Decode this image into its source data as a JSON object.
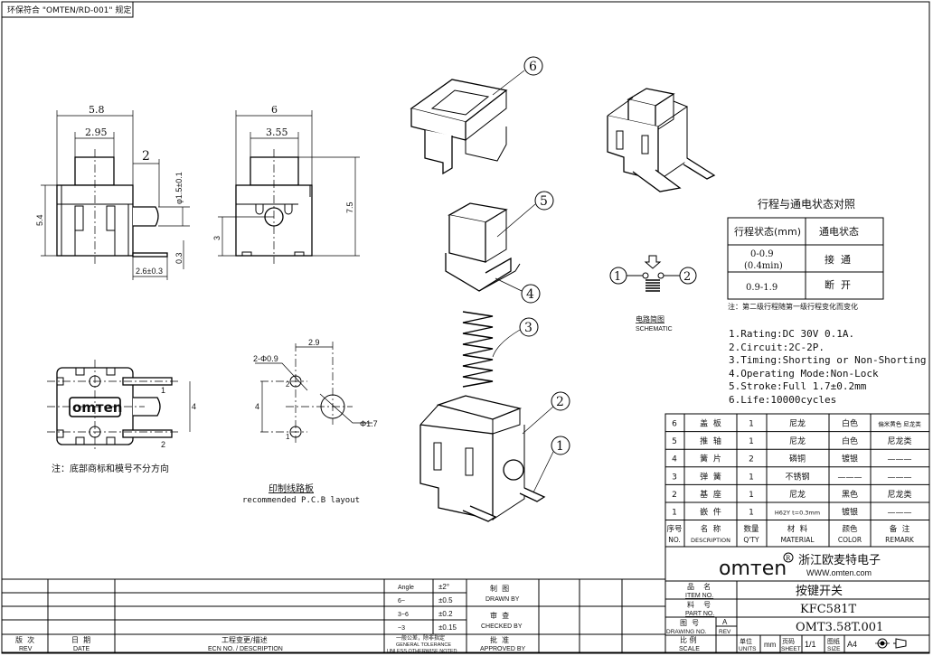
{
  "header": {
    "compliance_note": "环保符合 \"OMTEN/RD-001\" 规定"
  },
  "front_view": {
    "width": "5.8",
    "actuator_width": "2.95",
    "plunger_length": "2",
    "plunger_dia": "φ1.5±0.1",
    "height": "5.4",
    "terminal_length": "2.6±0.3",
    "terminal_thickness": "0.3"
  },
  "side_view": {
    "width": "6",
    "actuator_width": "3.55",
    "total_height": "7.5",
    "hole_height": "3"
  },
  "bottom_view": {
    "logo": "omтen",
    "pin1": "1",
    "pin2": "2",
    "pin_pitch": "4",
    "note": "注：底部商标和模号不分方向"
  },
  "pcb_layout": {
    "pitch_x": "2.9",
    "small_holes": "2-Φ0.9",
    "big_hole": "Φ1.7",
    "pitch_y": "4",
    "pin1": "1",
    "pin2": "2",
    "title_cn": "印制线路板",
    "title_en": "recommended P.C.B layout"
  },
  "balloons": [
    "1",
    "2",
    "3",
    "4",
    "5",
    "6"
  ],
  "schematic": {
    "node1": "1",
    "node2": "2",
    "title_cn": "电路简图",
    "title_en": "SCHEMATIC"
  },
  "status_table": {
    "title": "行程与通电状态对照",
    "headers": [
      "行程状态(mm)",
      "通电状态"
    ],
    "rows": [
      {
        "stroke_line1": "0-0.9",
        "stroke_line2": "(0.4min)",
        "state": "接  通"
      },
      {
        "stroke_line1": "0.9-1.9",
        "state": "断  开"
      }
    ],
    "note": "注：第二级行程随第一级行程变化而变化"
  },
  "specs": [
    "1.Rating:DC 30V 0.1A.",
    "2.Circuit:2C-2P.",
    "3.Timing:Shorting or Non-Shorting",
    "4.Operating Mode:Non-Lock",
    "5.Stroke:Full 1.7±0.2mm",
    "6.Life:10000cycles"
  ],
  "parts_table": {
    "rows": [
      {
        "no": "6",
        "name": "盖  板",
        "qty": "1",
        "material": "尼龙",
        "color": "白色",
        "remark": "偏米黄色 尼龙类"
      },
      {
        "no": "5",
        "name": "推  轴",
        "qty": "1",
        "material": "尼龙",
        "color": "白色",
        "remark": "尼龙类"
      },
      {
        "no": "4",
        "name": "簧  片",
        "qty": "2",
        "material": "磷铜",
        "color": "镀银",
        "remark": "———"
      },
      {
        "no": "3",
        "name": "弹  簧",
        "qty": "1",
        "material": "不锈钢",
        "color": "———",
        "remark": "———"
      },
      {
        "no": "2",
        "name": "基  座",
        "qty": "1",
        "material": "尼龙",
        "color": "黑色",
        "remark": "尼龙类"
      },
      {
        "no": "1",
        "name": "嵌  件",
        "qty": "1",
        "material": "H62Y t=0.3mm",
        "color": "镀银",
        "remark": "———"
      }
    ],
    "header_cn": [
      "序号",
      "名  称",
      "数量",
      "材  料",
      "颜色",
      "备  注"
    ],
    "header_en": [
      "NO.",
      "DESCRIPTION",
      "Q'TY",
      "MATERIAL",
      "COLOR",
      "REMARK"
    ]
  },
  "title_block": {
    "logo": "omтen",
    "company": "浙江欧麦特电子",
    "website": "WWW.omten.com",
    "item_label_cn": "品    名",
    "item_label_en": "ITEM NO.",
    "item_value": "按键开关",
    "part_label_cn": "料    号",
    "part_label_en": "PART NO.",
    "part_value": "KFC581T",
    "drawing_label_cn": "图  号",
    "drawing_label_en": "DRAWING NO.",
    "rev_value": "A",
    "rev_label": "REV",
    "drawing_value": "OMT3.58T.001",
    "scale_label_cn": "比 例",
    "scale_label_en": "SCALE",
    "units_label_cn": "单位",
    "units_label_en": "UNITS",
    "units_value": "mm",
    "sheet_label_cn": "页码",
    "sheet_label_en": "SHEET",
    "sheet_value": "1/1",
    "size_label_cn": "图纸",
    "size_label_en": "SIZE",
    "size_value": "A4"
  },
  "revision_block": {
    "tolerances": [
      {
        "range": "Angle",
        "tol": "±2°"
      },
      {
        "range": "6~",
        "tol": "±0.5"
      },
      {
        "range": "3~6",
        "tol": "±0.2"
      },
      {
        "range": "~3",
        "tol": "±0.15"
      }
    ],
    "drawn_cn": "制  图",
    "drawn_en": "DRAWN BY",
    "checked_cn": "审  查",
    "checked_en": "CHECKED BY",
    "approved_cn": "批  准",
    "approved_en": "APPROVED BY",
    "rev_cn": "版  次",
    "rev_en": "REV",
    "date_cn": "日  期",
    "date_en": "DATE",
    "desc_cn": "工程变更/描述",
    "desc_en": "ECN NO. / DESCRIPTION",
    "tol_cn": "一般公差，除非指定",
    "tol_en1": "GENERAL TOLERANCE",
    "tol_en2": "UNLESS OTHERWISE NOTED"
  }
}
